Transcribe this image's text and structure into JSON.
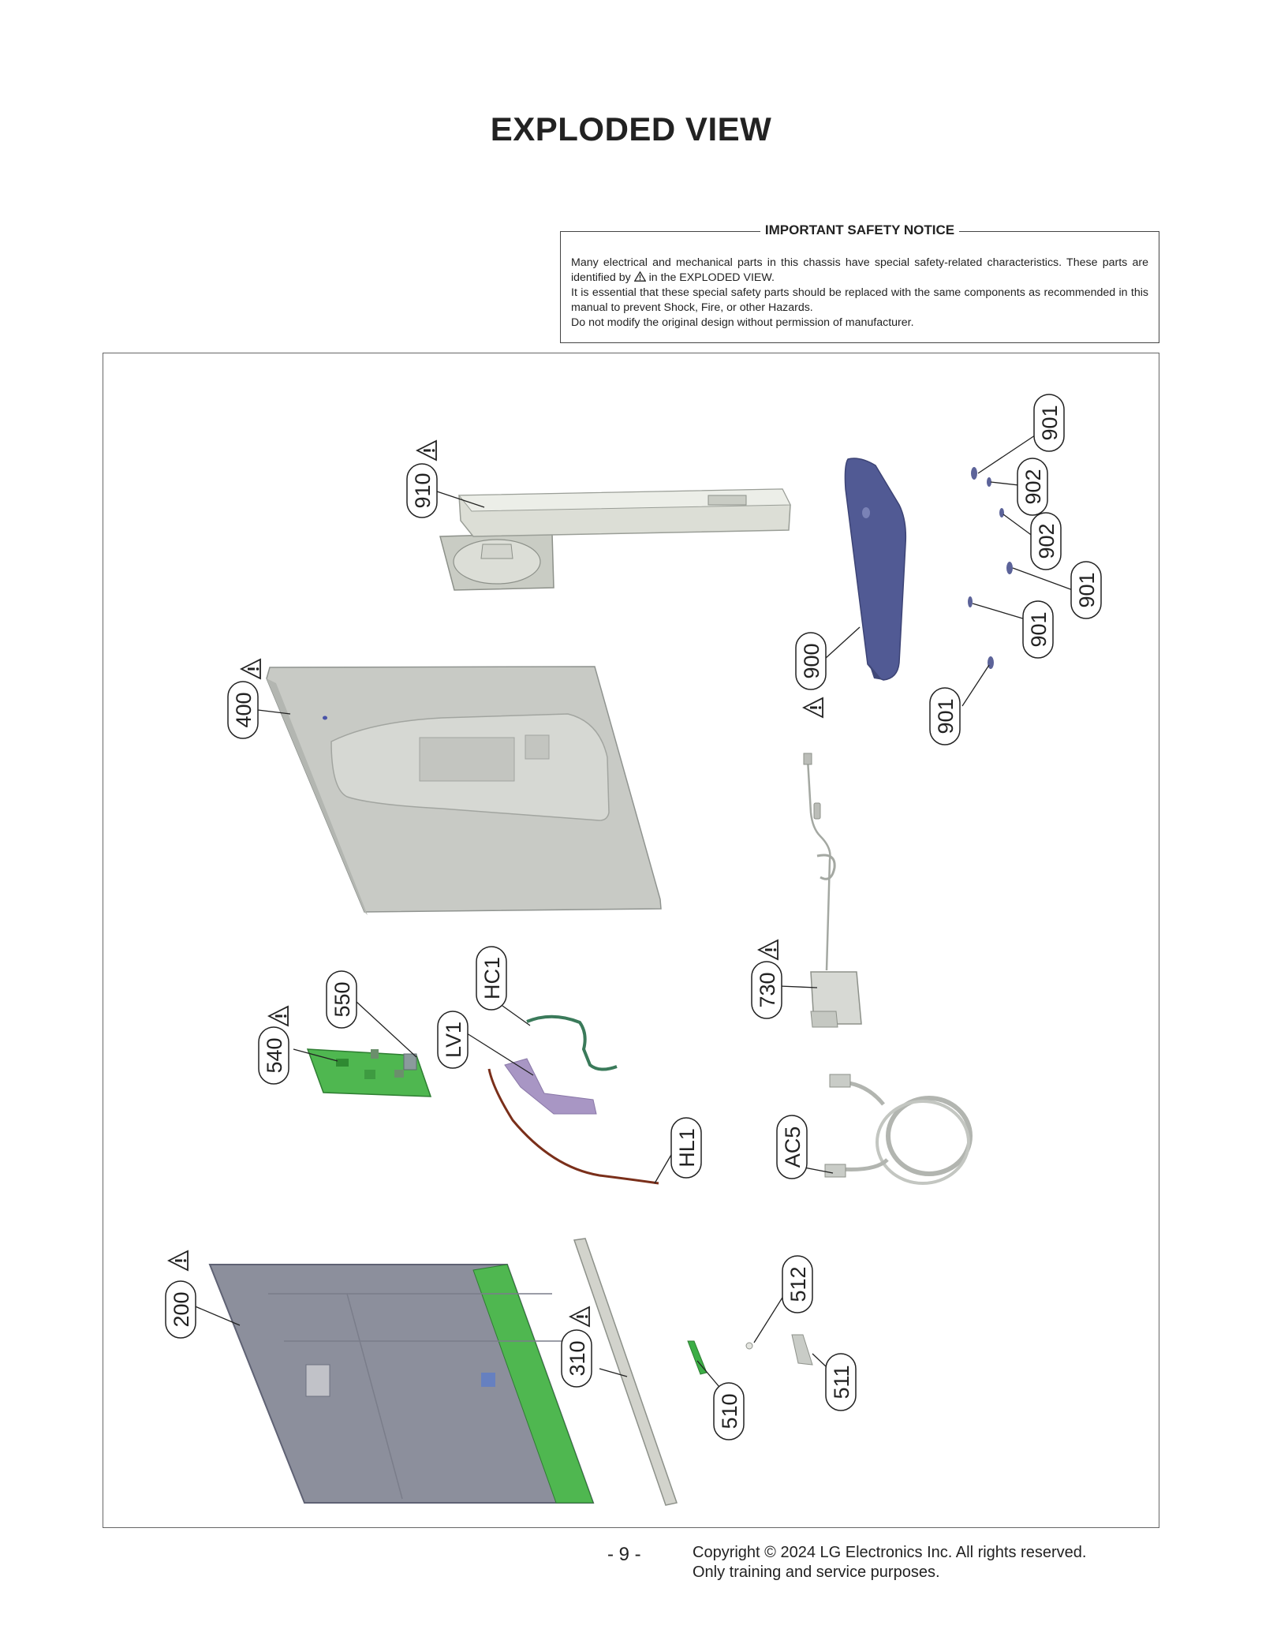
{
  "page": {
    "title": "EXPLODED VIEW",
    "page_number": "- 9 -",
    "copyright_line1": "Copyright © 2024 LG Electronics Inc. All rights reserved.",
    "copyright_line2": "Only training and service purposes."
  },
  "notice": {
    "title": "IMPORTANT SAFETY NOTICE",
    "line1": "Many electrical and mechanical parts in this chassis have special safety-related characteristics. These parts are identified by",
    "line1_tail": "in the EXPLODED VIEW.",
    "line2": "It is essential that these special safety parts should be replaced with the same components as recommended in this manual to prevent Shock, Fire, or other Hazards.",
    "line3": "Do not modify the original design without permission of manufacturer."
  },
  "callouts": {
    "c910": "910",
    "c901a": "901",
    "c902a": "902",
    "c902b": "902",
    "c901b": "901",
    "c901c": "901",
    "c900": "900",
    "c901d": "901",
    "c400": "400",
    "c730": "730",
    "c550": "550",
    "c540": "540",
    "cHC1": "HC1",
    "cLV1": "LV1",
    "cHL1": "HL1",
    "cAC5": "AC5",
    "c200": "200",
    "c310": "310",
    "c512": "512",
    "c510": "510",
    "c511": "511"
  }
}
